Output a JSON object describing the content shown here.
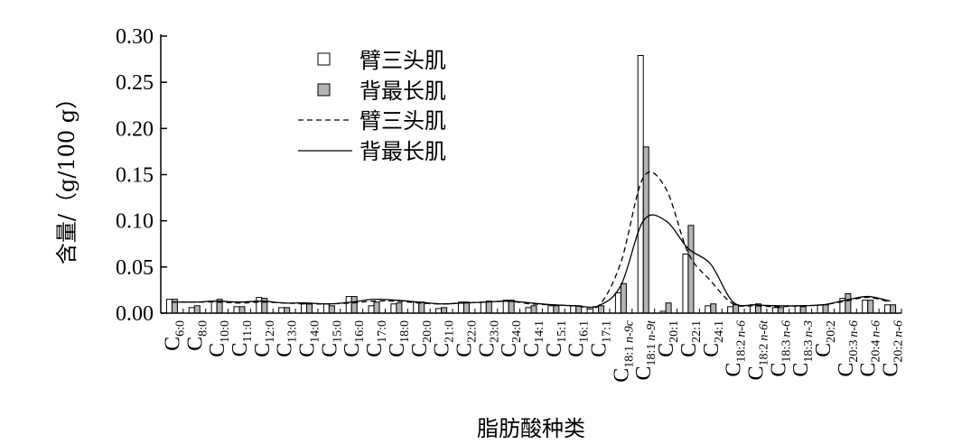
{
  "chart_data": {
    "type": "bar",
    "xlabel": "脂肪酸种类",
    "ylabel": "含量/（g/100 g）",
    "ylim": [
      0,
      0.3
    ],
    "yticks": [
      "0.00",
      "0.05",
      "0.10",
      "0.15",
      "0.20",
      "0.25",
      "0.30"
    ],
    "legend_position": "top-left",
    "categories": [
      {
        "base": "C",
        "sub": "6:0",
        "suffix": ""
      },
      {
        "base": "C",
        "sub": "8:0",
        "suffix": ""
      },
      {
        "base": "C",
        "sub": "10:0",
        "suffix": ""
      },
      {
        "base": "C",
        "sub": "11:0",
        "suffix": ""
      },
      {
        "base": "C",
        "sub": "12:0",
        "suffix": ""
      },
      {
        "base": "C",
        "sub": "13:0",
        "suffix": ""
      },
      {
        "base": "C",
        "sub": "14:0",
        "suffix": ""
      },
      {
        "base": "C",
        "sub": "15:0",
        "suffix": ""
      },
      {
        "base": "C",
        "sub": "16:0",
        "suffix": ""
      },
      {
        "base": "C",
        "sub": "17:0",
        "suffix": ""
      },
      {
        "base": "C",
        "sub": "18:0",
        "suffix": ""
      },
      {
        "base": "C",
        "sub": "20:0",
        "suffix": ""
      },
      {
        "base": "C",
        "sub": "21:0",
        "suffix": ""
      },
      {
        "base": "C",
        "sub": "22:0",
        "suffix": ""
      },
      {
        "base": "C",
        "sub": "23:0",
        "suffix": ""
      },
      {
        "base": "C",
        "sub": "24:0",
        "suffix": ""
      },
      {
        "base": "C",
        "sub": "14:1",
        "suffix": ""
      },
      {
        "base": "C",
        "sub": "15:1",
        "suffix": ""
      },
      {
        "base": "C",
        "sub": "16:1",
        "suffix": ""
      },
      {
        "base": "C",
        "sub": "17:1",
        "suffix": ""
      },
      {
        "base": "C",
        "sub": "18:1",
        "suffix": "n-9c"
      },
      {
        "base": "C",
        "sub": "18:1",
        "suffix": "n-9t"
      },
      {
        "base": "C",
        "sub": "20:1",
        "suffix": ""
      },
      {
        "base": "C",
        "sub": "22:1",
        "suffix": ""
      },
      {
        "base": "C",
        "sub": "24:1",
        "suffix": ""
      },
      {
        "base": "C",
        "sub": "18:2",
        "suffix": "n-6"
      },
      {
        "base": "C",
        "sub": "18:2",
        "suffix": "n-6t"
      },
      {
        "base": "C",
        "sub": "18:3",
        "suffix": "n-6"
      },
      {
        "base": "C",
        "sub": "18:3",
        "suffix": "n-3"
      },
      {
        "base": "C",
        "sub": "20:2",
        "suffix": ""
      },
      {
        "base": "C",
        "sub": "20:3",
        "suffix": "n-6"
      },
      {
        "base": "C",
        "sub": "20:4",
        "suffix": "n-6"
      },
      {
        "base": "C",
        "sub": "20:2",
        "suffix": "n-6"
      }
    ],
    "series": [
      {
        "name": "臂三头肌",
        "kind": "bar",
        "fill": "#ffffff",
        "values": [
          0.015,
          0.006,
          0.013,
          0.007,
          0.017,
          0.006,
          0.01,
          0.01,
          0.018,
          0.008,
          0.01,
          0.012,
          0.005,
          0.012,
          0.012,
          0.014,
          0.006,
          0.008,
          0.008,
          0.007,
          0.022,
          0.279,
          0.002,
          0.064,
          0.008,
          0.007,
          0.009,
          0.006,
          0.008,
          0.009,
          0.016,
          0.014,
          0.009
        ]
      },
      {
        "name": "背最长肌",
        "kind": "bar",
        "fill": "#b3b3b3",
        "values": [
          0.015,
          0.008,
          0.015,
          0.007,
          0.016,
          0.006,
          0.01,
          0.008,
          0.018,
          0.012,
          0.011,
          0.012,
          0.006,
          0.012,
          0.013,
          0.014,
          0.008,
          0.008,
          0.008,
          0.008,
          0.032,
          0.18,
          0.011,
          0.095,
          0.01,
          0.009,
          0.01,
          0.006,
          0.007,
          0.009,
          0.021,
          0.014,
          0.009
        ]
      },
      {
        "name": "臂三头肌",
        "kind": "line",
        "stroke": "#000000",
        "dash": "dashed",
        "values": [
          0.012,
          0.012,
          0.012,
          0.011,
          0.012,
          0.011,
          0.01,
          0.01,
          0.011,
          0.013,
          0.013,
          0.011,
          0.01,
          0.011,
          0.012,
          0.013,
          0.01,
          0.009,
          0.008,
          0.008,
          0.055,
          0.147,
          0.135,
          0.065,
          0.035,
          0.01,
          0.008,
          0.007,
          0.008,
          0.009,
          0.013,
          0.017,
          0.012
        ]
      },
      {
        "name": "背最长肌",
        "kind": "line",
        "stroke": "#000000",
        "dash": "solid",
        "values": [
          0.012,
          0.012,
          0.013,
          0.012,
          0.013,
          0.011,
          0.011,
          0.01,
          0.012,
          0.015,
          0.014,
          0.012,
          0.01,
          0.011,
          0.012,
          0.013,
          0.011,
          0.009,
          0.008,
          0.008,
          0.03,
          0.1,
          0.1,
          0.07,
          0.053,
          0.012,
          0.009,
          0.008,
          0.008,
          0.009,
          0.014,
          0.018,
          0.013
        ]
      }
    ]
  }
}
